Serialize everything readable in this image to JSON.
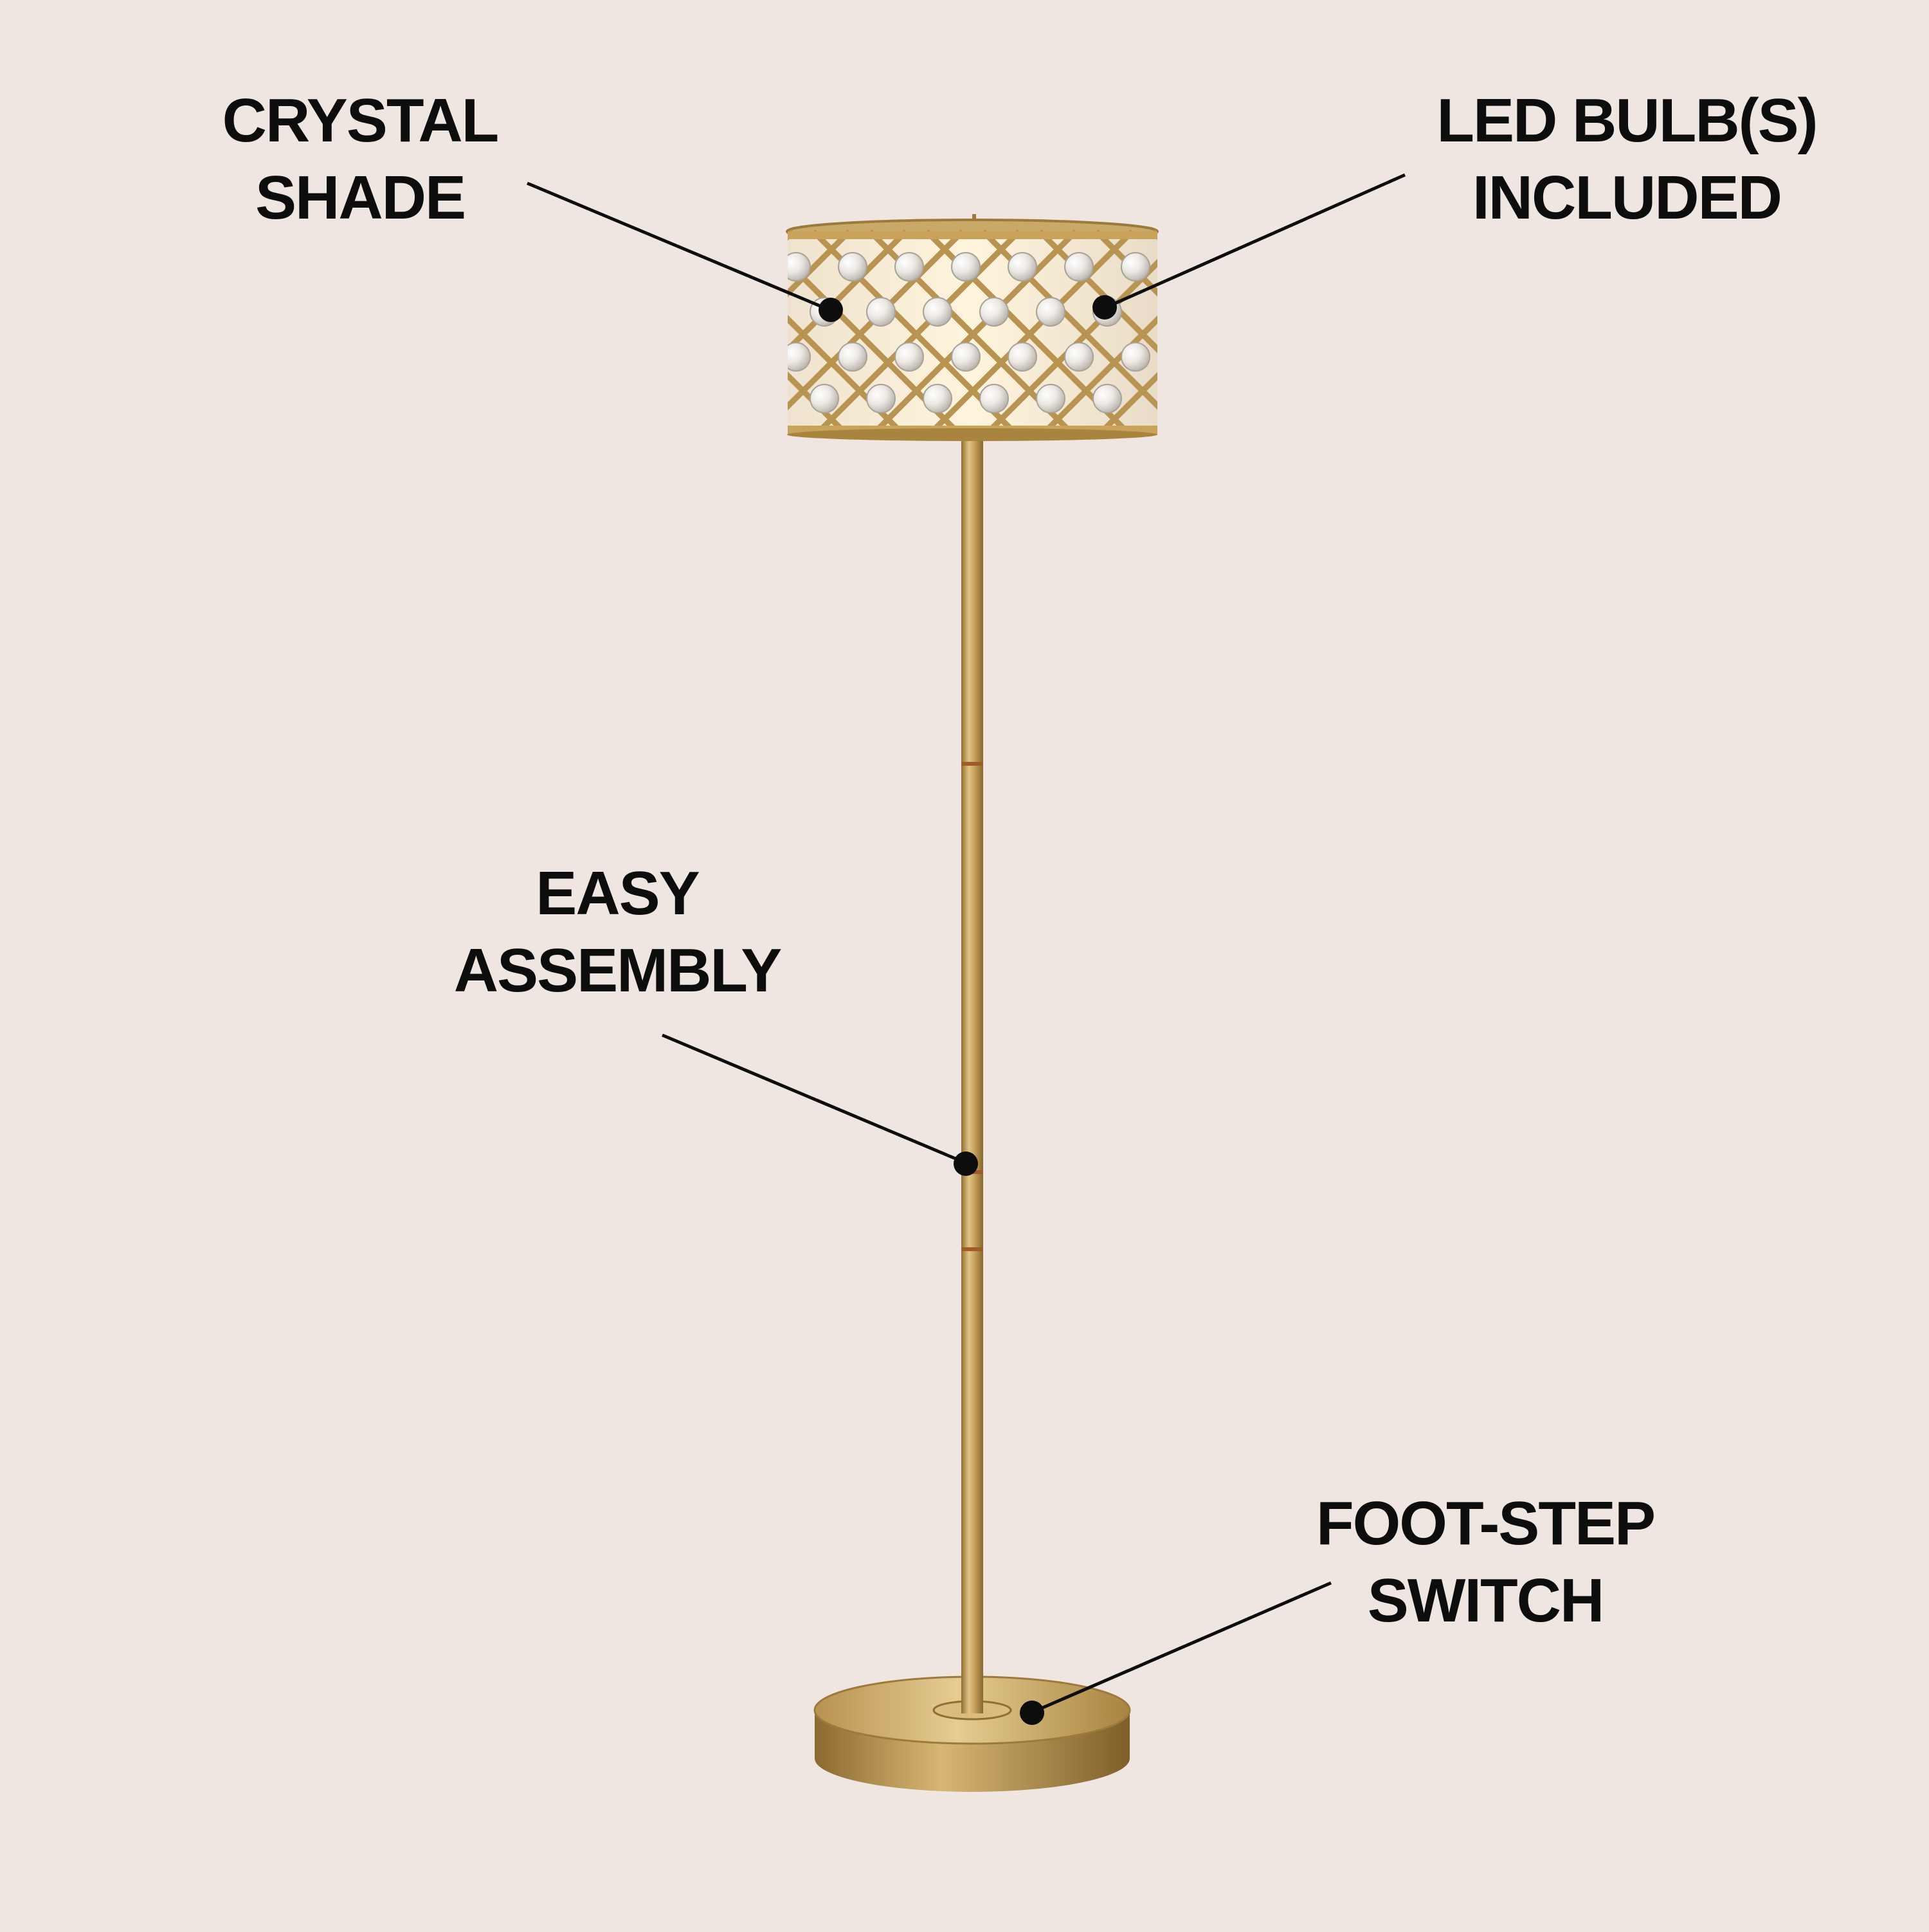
{
  "callouts": {
    "crystal_shade": {
      "line1": "CRYSTAL",
      "line2": "SHADE"
    },
    "led_bulbs": {
      "line1": "LED BULB(S)",
      "line2": "INCLUDED"
    },
    "easy_assembly": {
      "line1": "EASY",
      "line2": "ASSEMBLY"
    },
    "foot_step_switch": {
      "line1": "FOOT-STEP",
      "line2": "SWITCH"
    }
  },
  "colors": {
    "background": "#efe6e2",
    "text": "#0d0d0d",
    "brass": "#c9a35c",
    "brass_dark": "#9d7a3c",
    "brass_light": "#e6cc92",
    "crystal": "#f4f1ee"
  }
}
